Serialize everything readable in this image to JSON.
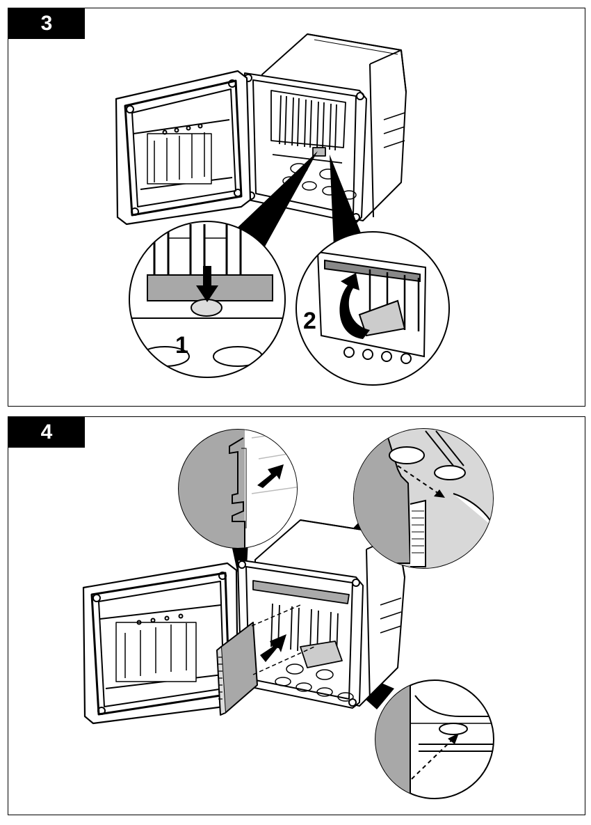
{
  "steps": [
    {
      "number": "3",
      "callouts": [
        "1",
        "2"
      ]
    },
    {
      "number": "4"
    }
  ],
  "colors": {
    "stroke": "#000000",
    "fill": "#ffffff",
    "gray": "#a8a8a8",
    "lightgray": "#d8d8d8"
  }
}
